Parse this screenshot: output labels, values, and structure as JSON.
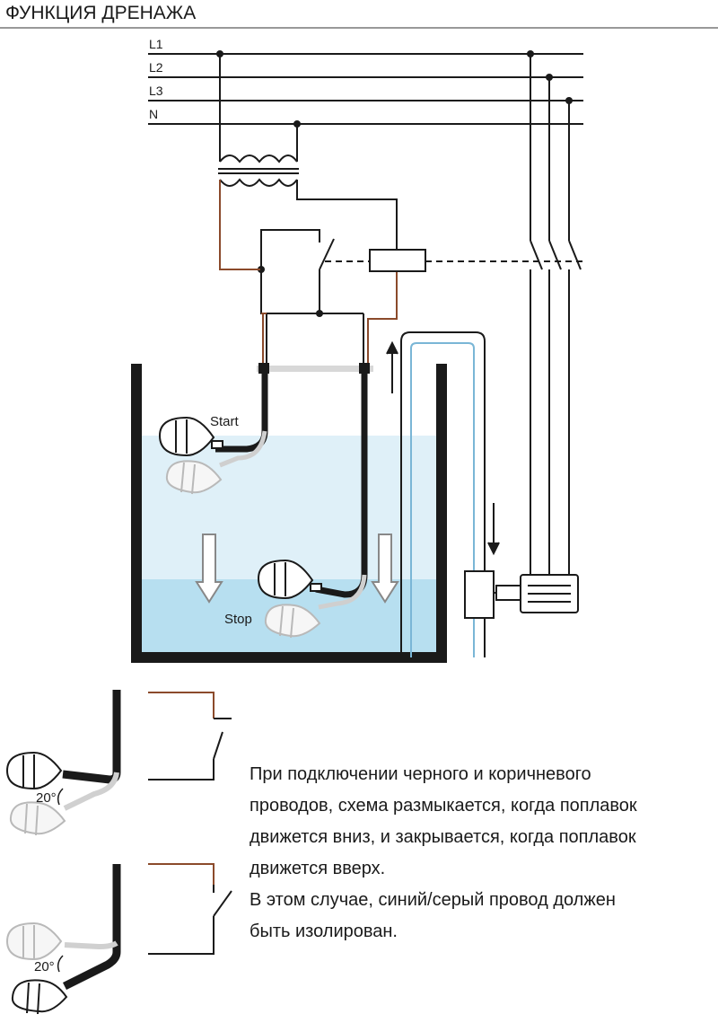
{
  "title": "ФУНКЦИЯ ДРЕНАЖА",
  "lines": [
    "L1",
    "L2",
    "L3",
    "N"
  ],
  "labels": {
    "start": "Start",
    "stop": "Stop",
    "angle_top": "20°",
    "angle_bottom": "20°"
  },
  "description": [
    "При подключении черного и коричневого",
    "проводов, схема размыкается, когда поплавок",
    "движется вниз, и закрывается, когда поплавок",
    "движется вверх.",
    "В этом случае, синий/серый провод должен",
    "быть изолирован."
  ],
  "colors": {
    "brown_wire": "#8b4a2b",
    "water_light": "#dff0f8",
    "water_dark": "#b7dff0",
    "black": "#1a1a1a"
  }
}
